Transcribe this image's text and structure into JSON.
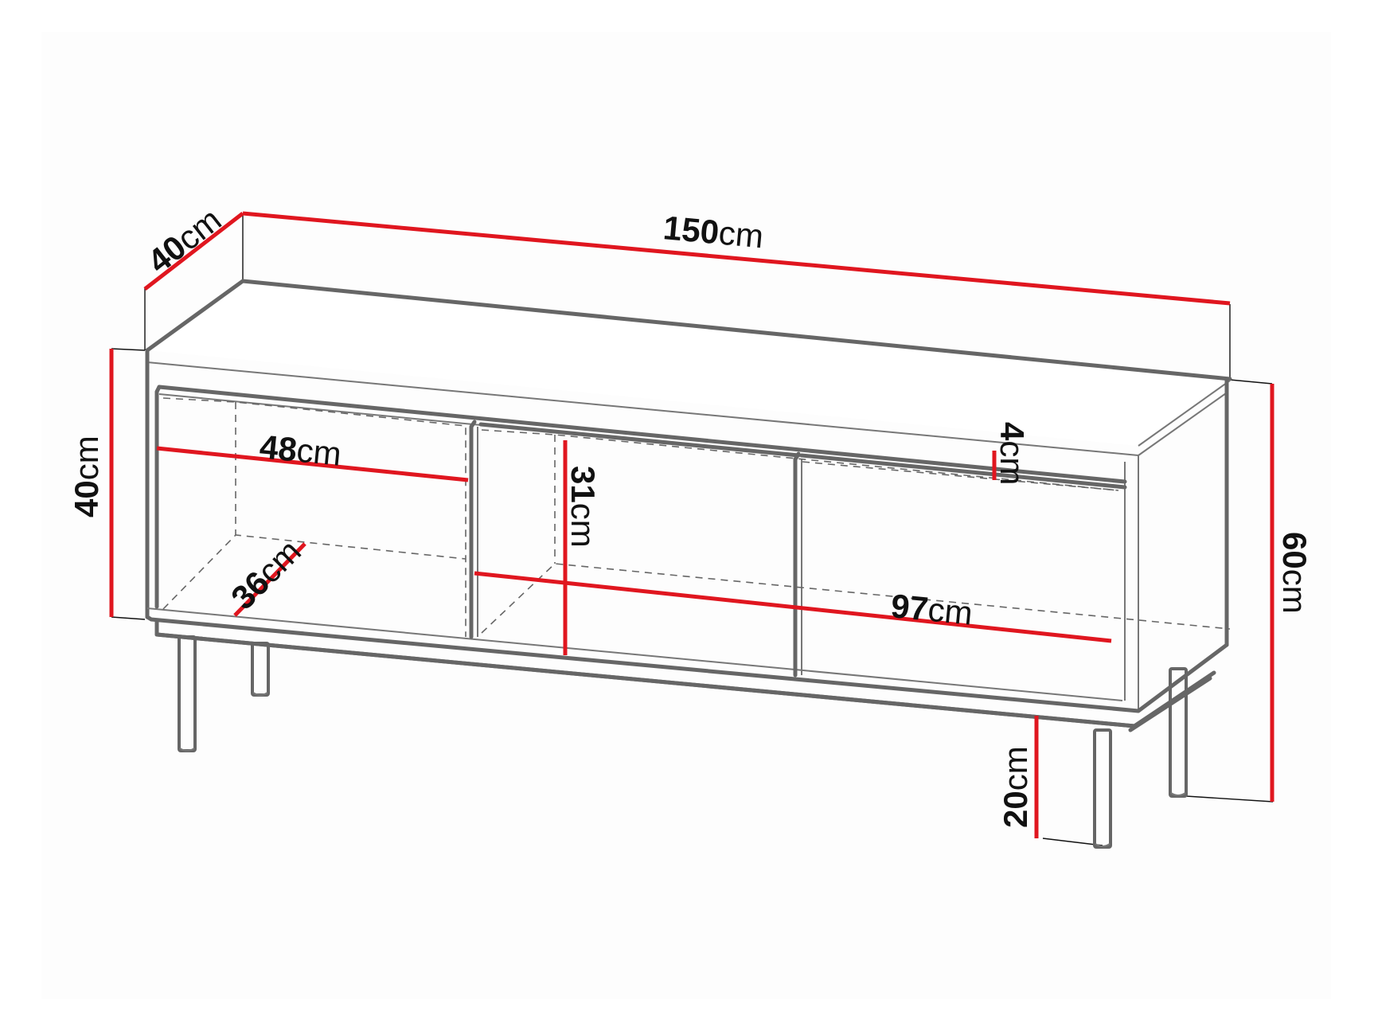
{
  "diagram": {
    "subject": "TV stand / low cabinet with three compartments on four metal legs",
    "accent_color": "#e0161f",
    "outline_color": "#666666",
    "dimensions": {
      "depth_top": {
        "value": "40",
        "unit": "cm",
        "label": "Depth"
      },
      "width_total": {
        "value": "150",
        "unit": "cm",
        "label": "Total width"
      },
      "height_body": {
        "value": "40",
        "unit": "cm",
        "label": "Body height"
      },
      "height_total": {
        "value": "60",
        "unit": "cm",
        "label": "Total height"
      },
      "compartment_left_width": {
        "value": "48",
        "unit": "cm",
        "label": "Left compartment width"
      },
      "compartment_left_depth": {
        "value": "36",
        "unit": "cm",
        "label": "Inner depth"
      },
      "compartment_height": {
        "value": "31",
        "unit": "cm",
        "label": "Inner height"
      },
      "compartment_right_width": {
        "value": "97",
        "unit": "cm",
        "label": "Right compartment width"
      },
      "top_gap": {
        "value": "4",
        "unit": "cm",
        "label": "Top recess"
      },
      "leg_height": {
        "value": "20",
        "unit": "cm",
        "label": "Leg height"
      }
    }
  }
}
